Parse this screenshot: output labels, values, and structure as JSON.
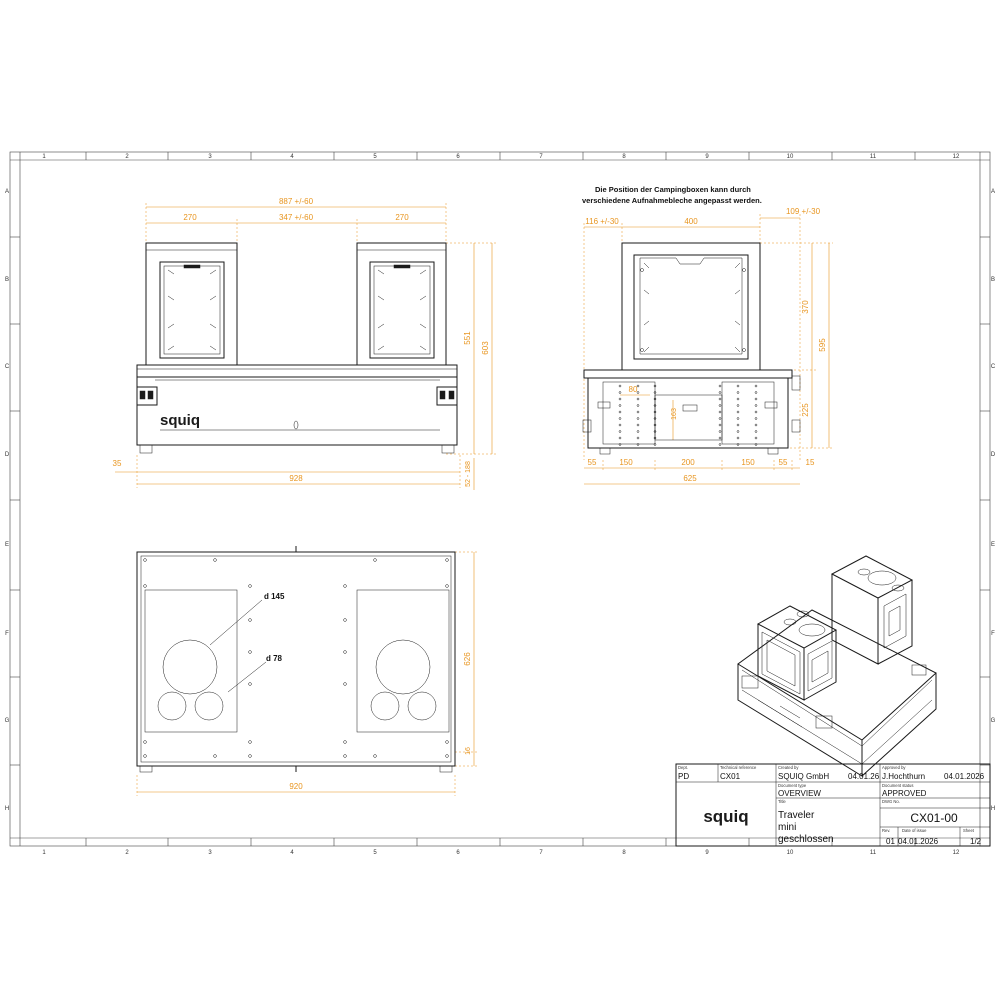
{
  "grid": {
    "columns": [
      "1",
      "2",
      "3",
      "4",
      "5",
      "6",
      "7",
      "8",
      "9",
      "10",
      "11",
      "12"
    ],
    "rows": [
      "A",
      "B",
      "C",
      "D",
      "E",
      "F",
      "G",
      "H"
    ]
  },
  "note": {
    "line1": "Die Position der Campingboxen kann durch",
    "line2": "verschiedene Aufnahmebleche angepasst werden."
  },
  "front_view": {
    "dims": {
      "total_width_top": "887 +/-60",
      "left_box": "270",
      "gap": "347 +/-60",
      "right_box": "270",
      "height_boxes": "551",
      "height_total": "603",
      "left_overhang": "35",
      "base_width": "928",
      "feet_height": "52 - 188"
    },
    "logo": "squiq"
  },
  "side_view": {
    "dims": {
      "left_offset": "116 +/-30",
      "box_width": "400",
      "right_offset": "109 +/-30",
      "box_height": "370",
      "total_height": "595",
      "hole_spacing": "80",
      "slot_height": "163",
      "base_height": "225",
      "seg1": "55",
      "seg2": "150",
      "seg3": "200",
      "seg4": "150",
      "seg5": "55",
      "seg6": "15",
      "total_width": "625"
    }
  },
  "top_view": {
    "dims": {
      "large_hole": "d 145",
      "small_hole": "d 78",
      "depth": "626",
      "edge": "16",
      "width": "920"
    }
  },
  "title_block": {
    "dept_label": "Dept.",
    "dept": "PD",
    "tech_ref_label": "Technical reference",
    "tech_ref": "CX01",
    "created_by_label": "Created by",
    "created_by": "SQUIQ GmbH",
    "created_date": "04.01.26",
    "approved_by_label": "Approved by",
    "approved_by": "J.Hochthurn",
    "approved_date": "04.01.2026",
    "doc_type_label": "Document type",
    "doc_type": "OVERVIEW",
    "doc_status_label": "Document status",
    "doc_status": "APPROVED",
    "title_label": "Title",
    "title_line1": "Traveler",
    "title_line2": "mini",
    "title_line3": "geschlossen",
    "dwg_label": "DWG No.",
    "dwg_no": "CX01-00",
    "rev_label": "Rev.",
    "date_label": "Date of issue",
    "sheet_label": "Sheet",
    "rev": "01",
    "issue_date": "04.01.2026",
    "sheet": "1/2",
    "logo": "squiq"
  },
  "colors": {
    "dimension": "#e8951f",
    "line": "#1a1a1a",
    "frame": "#444444"
  }
}
